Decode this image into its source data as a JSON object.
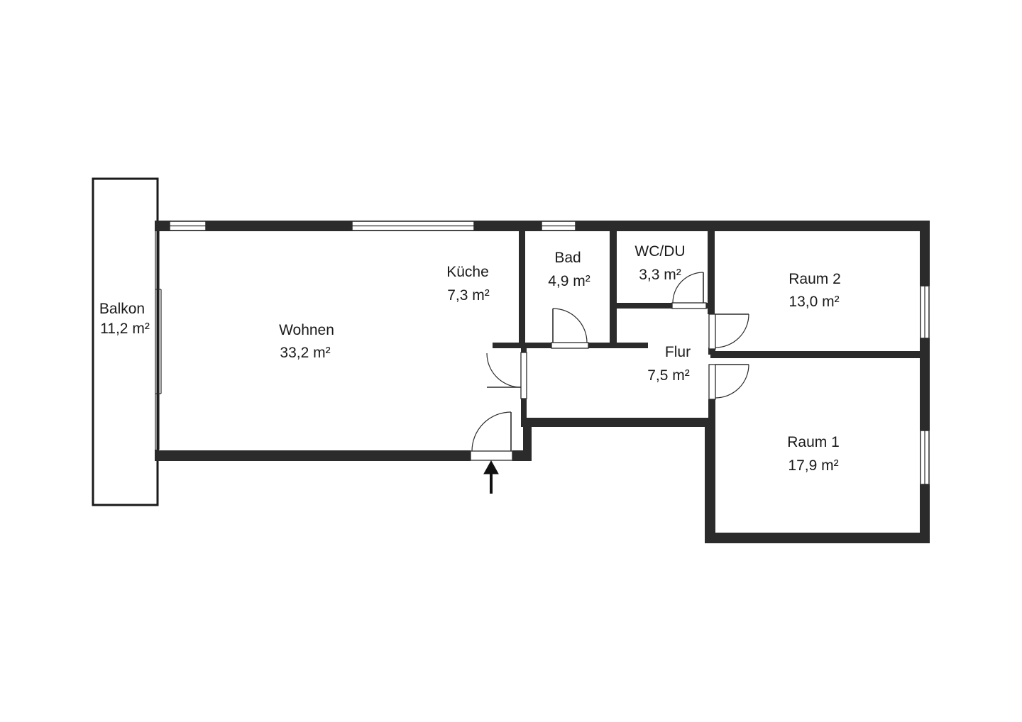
{
  "rooms": {
    "balkon": {
      "name": "Balkon",
      "area": "11,2 m²"
    },
    "wohnen": {
      "name": "Wohnen",
      "area": "33,2 m²"
    },
    "kueche": {
      "name": "Küche",
      "area": "7,3 m²"
    },
    "bad": {
      "name": "Bad",
      "area": "4,9 m²"
    },
    "wcdu": {
      "name": "WC/DU",
      "area": "3,3 m²"
    },
    "raum2": {
      "name": "Raum 2",
      "area": "13,0 m²"
    },
    "flur": {
      "name": "Flur",
      "area": "7,5 m²"
    },
    "raum1": {
      "name": "Raum 1",
      "area": "17,9 m²"
    }
  },
  "icons": {
    "entrance": "entrance-arrow-icon"
  }
}
